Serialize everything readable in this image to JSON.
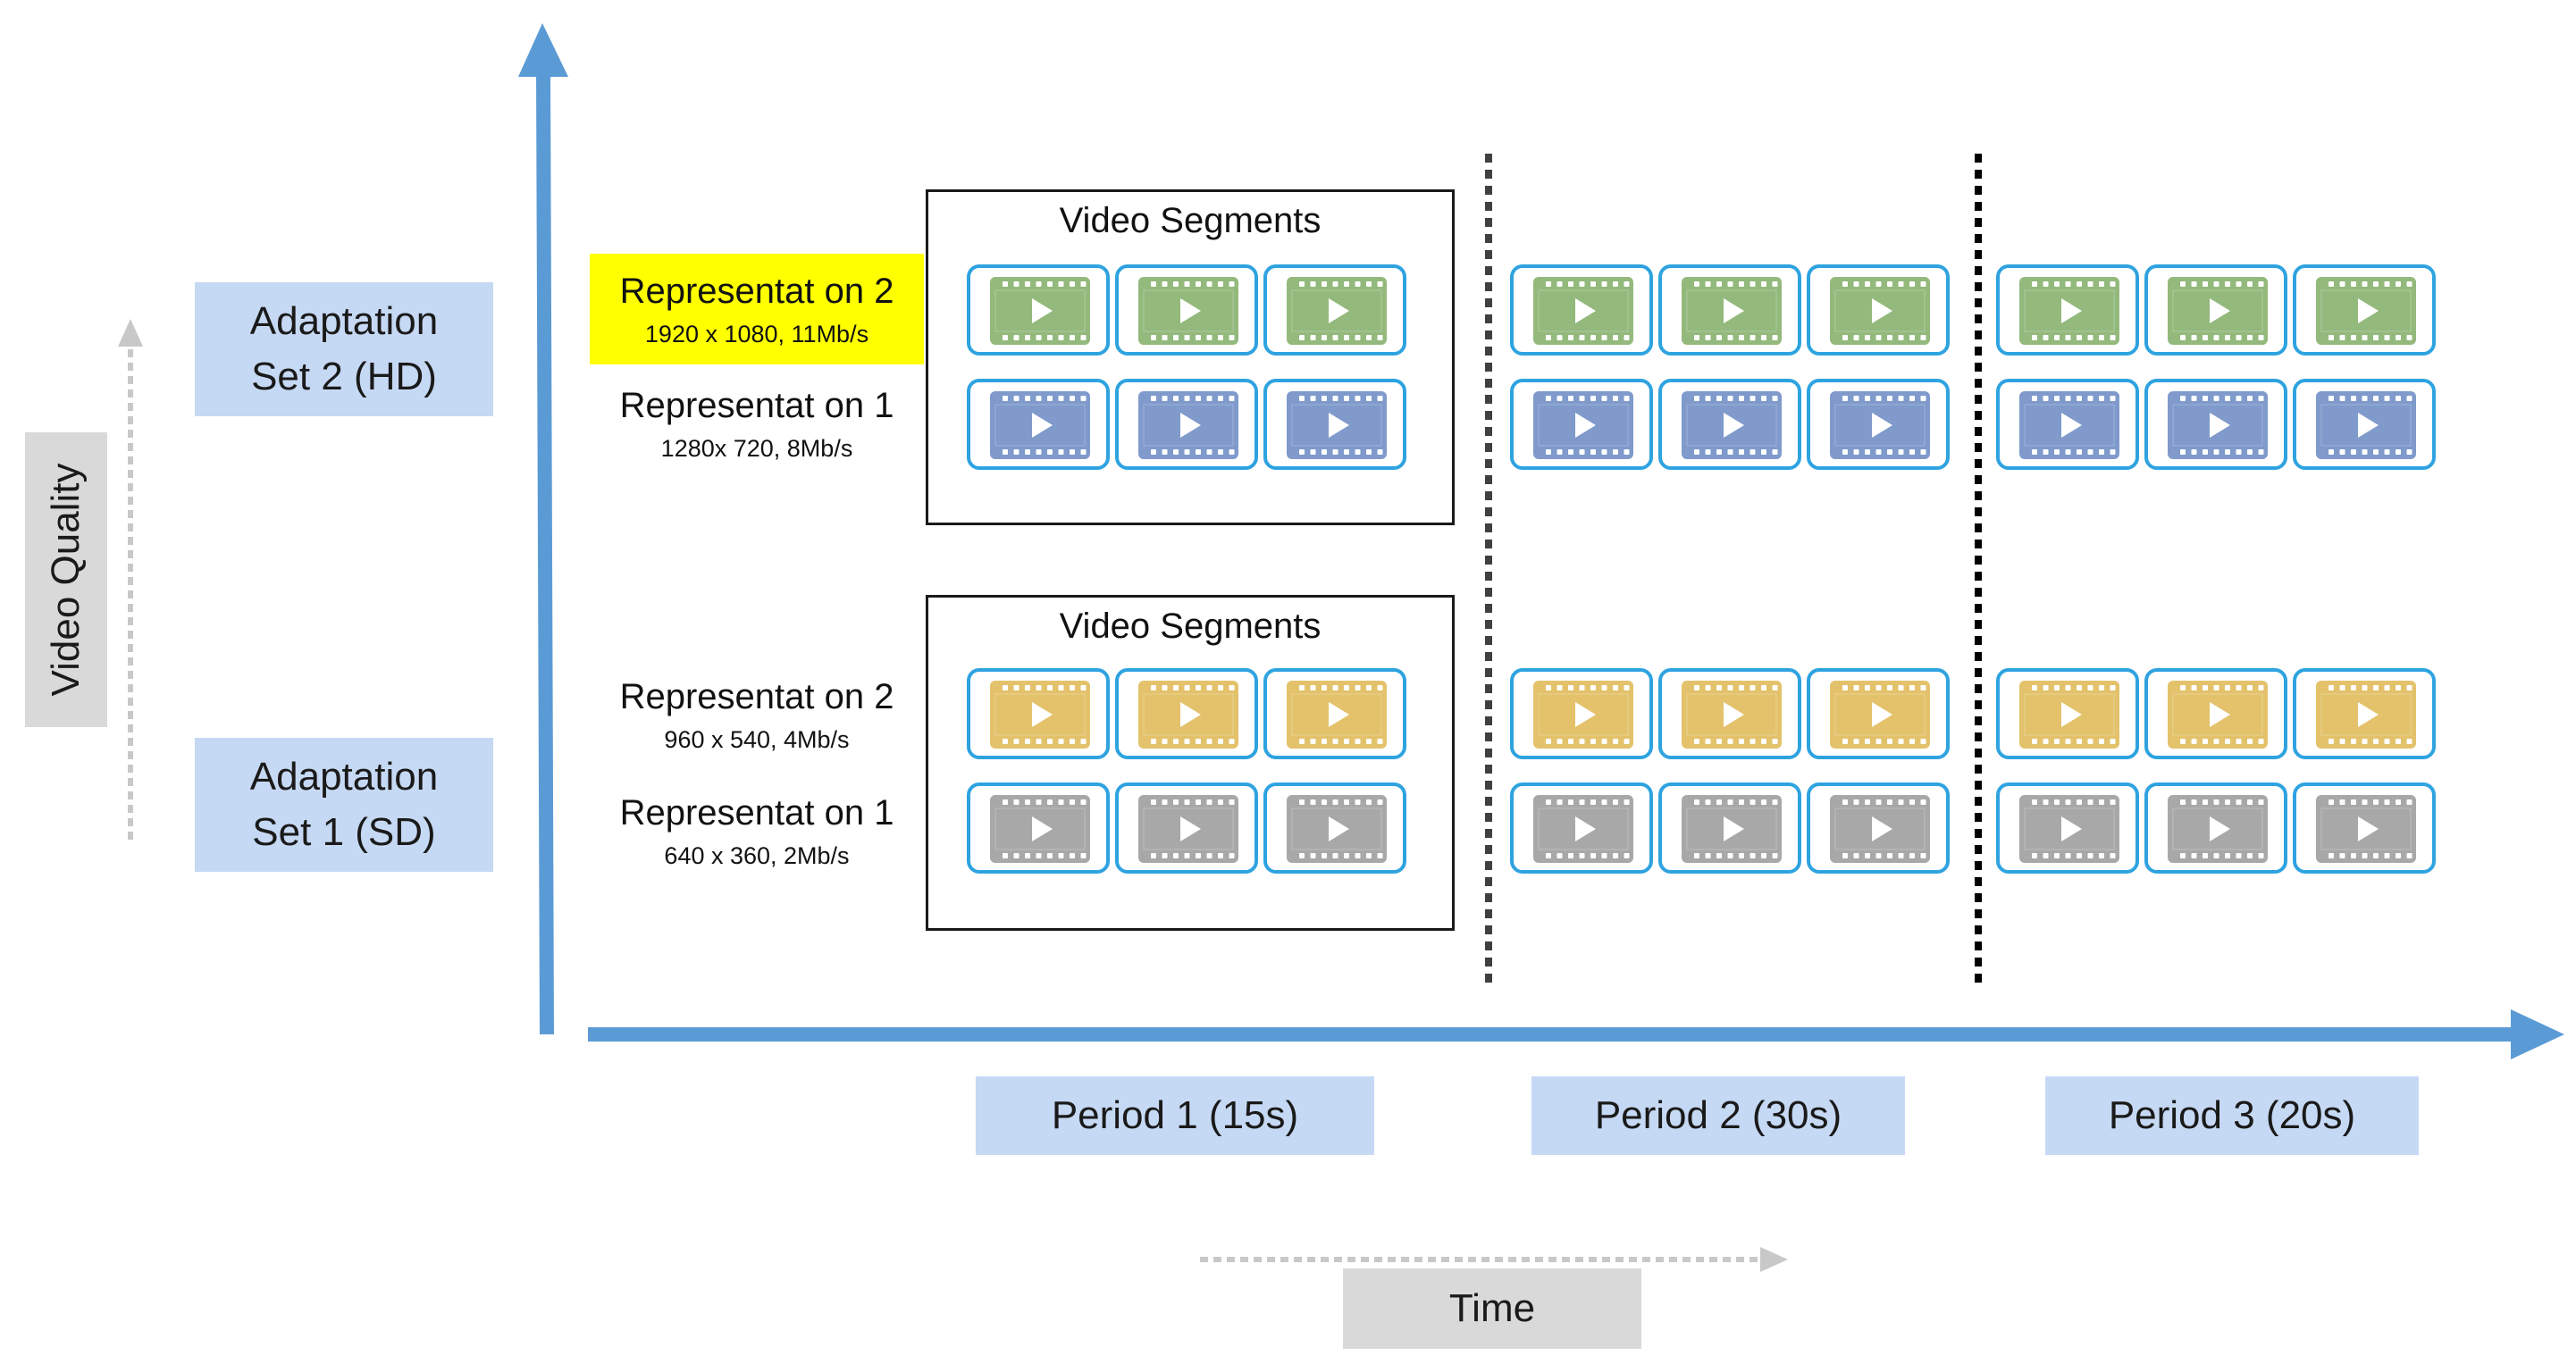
{
  "y_axis_label": "Video Quality",
  "x_axis_label": "Time",
  "adaptation_sets": [
    {
      "label": "Adaptation Set 2 (HD)",
      "line1": "Adaptation",
      "line2": "Set 2 (HD)"
    },
    {
      "label": "Adaptation Set 1 (SD)",
      "line1": "Adaptation",
      "line2": "Set 1 (SD)"
    }
  ],
  "representations": [
    {
      "name": "Representat on 2",
      "detail": "1920 x 1080, 11Mb/s",
      "color": "#93b97c",
      "highlighted": true
    },
    {
      "name": "Representat on 1",
      "detail": "1280x 720, 8Mb/s",
      "color": "#7f9acb",
      "highlighted": false
    },
    {
      "name": "Representat on 2",
      "detail": "960 x 540, 4Mb/s",
      "color": "#e3c26b",
      "highlighted": false
    },
    {
      "name": "Representat on 1",
      "detail": "640 x 360, 2Mb/s",
      "color": "#a8a8a8",
      "highlighted": false
    }
  ],
  "segment_group_title": "Video Segments",
  "periods": [
    {
      "label": "Period 1 (15s)"
    },
    {
      "label": "Period 2 (30s)"
    },
    {
      "label": "Period 3 (20s)"
    }
  ],
  "segments_per_period": 3,
  "colors": {
    "axis_blue": "#5b9bd5",
    "label_box_blue": "#c6d9f4",
    "label_box_gray": "#d9d9d9",
    "segment_border": "#2ea3e0",
    "highlight": "#ffff00",
    "hd_high": "#93b97c",
    "hd_low": "#7f9acb",
    "sd_high": "#e3c26b",
    "sd_low": "#a8a8a8"
  },
  "icons": {
    "segment_icon": "film-play-icon",
    "y_arrow": "arrow-up-icon",
    "x_arrow": "arrow-right-icon"
  }
}
